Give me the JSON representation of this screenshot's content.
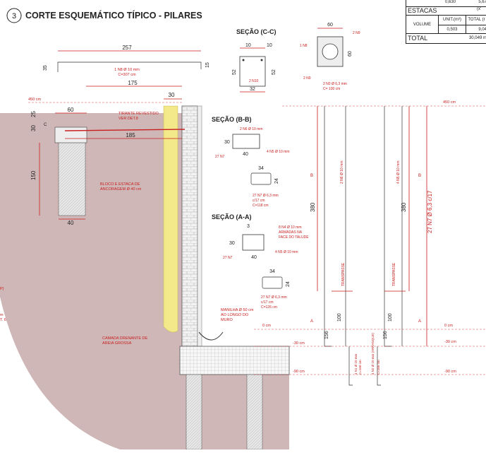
{
  "header": {
    "number": "3",
    "title": "CORTE ESQUEMÁTICO TÍPICO - PILARES"
  },
  "table": {
    "row0": [
      "0,630",
      "5,67"
    ],
    "estacas_label": "ESTACAS",
    "estacas_unit": "(x'",
    "volume_label": "VOLUME",
    "col_unit": "UNIT.(m³)",
    "col_total": "TOTAL (r",
    "row_vals": [
      "0,503",
      "9,04"
    ],
    "total_label": "TOTAL",
    "total_value": "30,049 m"
  },
  "sections": {
    "cc_title": "SEÇÃO (C-C)",
    "bb_title": "SEÇÃO (B-B)",
    "aa_title": "SEÇÃO (A-A)"
  },
  "dims": {
    "d257": "257",
    "d35": "35",
    "d15": "15",
    "d175": "175",
    "d30a": "30",
    "d60a": "60",
    "d185": "185",
    "d25": "25",
    "d30b": "30",
    "d150": "150",
    "d40a": "40",
    "d10a": "10",
    "d10b": "10",
    "d52a": "52",
    "d52b": "52",
    "d32": "32",
    "d60c": "60",
    "d60d": "60",
    "d30bb": "30",
    "d40bb": "40",
    "d34bb": "34",
    "d24bb": "24",
    "d3aa": "3",
    "d30aa": "30",
    "d40aa": "40",
    "d34aa": "34",
    "d24aa": "24",
    "d380a": "380",
    "d380b": "380",
    "d100a": "100",
    "d100b": "100",
    "d156a": "156",
    "d156b": "156"
  },
  "labels": {
    "n8": "1 N8 Ø 10 mm",
    "n8c": "C=307 cm",
    "tirante1": "TIRANTE REVESTIDO",
    "tirante2": "VER DET.8",
    "bloco1": "BLOCO E ESTACA DE",
    "bloco2": "ANCORAGEM Ø 40 cm",
    "camada1": "CAMADA DRENANTE DE",
    "camada2": "AREIA GROSSA",
    "manilha1": "MANILHA Ø 50 cm",
    "manilha2": "AO LONGO DO",
    "manilha3": "MURO",
    "bb_n6": "2 N6 Ø 10 mm",
    "bb_n5": "4 N5 Ø 10 mm",
    "bb_n7": "27 N7",
    "bb_st1": "27 N7 Ø 6,3 mm",
    "bb_st2": "c/17 cm",
    "bb_st3": "C=118 cm",
    "aa_n4a": "8 N4 Ø 10 mm",
    "aa_n4b": "ARMADAS NA",
    "aa_n4c": "FACE DO TALUDE",
    "aa_n5": "4 N5 Ø 10 mm",
    "aa_n7": "27 N7",
    "aa_st1": "27 N7 Ø 6,3 mm",
    "aa_st2": "c/17 cm",
    "aa_st3": "C=126 cm",
    "cc_n9": "2 N9",
    "cc_n8": "1 N8",
    "cc_n9b": "2 N9",
    "cc_n0": "2 N0 Ø 6,3 mm",
    "cc_n0c": "C= 100 cm",
    "cc_n10": "2 N10",
    "lvl450a": "450 cm",
    "lvl450b": "450 cm",
    "lvl0a": "0 cm",
    "lvl0b": "0 cm",
    "lvl30a": "-30 cm",
    "lvl30b": "-30 cm",
    "lvl90a": "-90 cm",
    "lvl90b": "-90 cm",
    "secA": "A",
    "secB": "B",
    "secC": "C",
    "transp1": "TRANSPASSE",
    "transp2": "TRANSPASSE",
    "bar1": "2 N6 Ø 10 mm",
    "bar2": "4 N5 Ø 10 mm",
    "bar_side": "27 N7 Ø 6,3 c/17",
    "ancor1": "4 N1 Ø 10 mm",
    "ancor2": "C=166 cm",
    "ancor3": "4 N2 Ø 10 mm (ARRANQUE)",
    "ancor4": "C=166 cm",
    "side1": "P)",
    "side2": "m",
    "side3": "T. 6"
  },
  "colors": {
    "soil": "#cfb7b7",
    "sand": "#f3e98a",
    "red": "#c81e1e",
    "wall": "#eeeeee"
  }
}
